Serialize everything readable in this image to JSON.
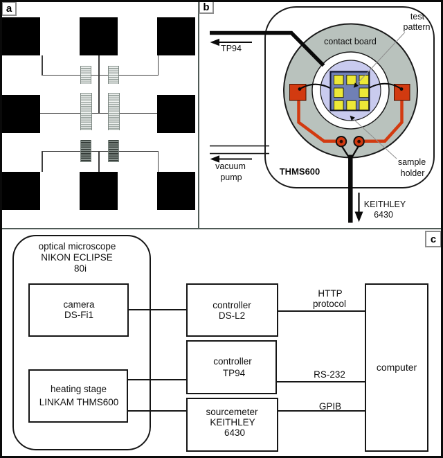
{
  "panel_labels": {
    "a": "a",
    "b": "b",
    "c": "c"
  },
  "panel_b": {
    "tp94_label": "TP94",
    "vacuum_pump_line1": "vacuum",
    "vacuum_pump_line2": "pump",
    "stage_name": "THMS600",
    "contact_board_label": "contact board",
    "test_pattern_line1": "test",
    "test_pattern_line2": "pattern",
    "sample_holder_line1": "sample",
    "sample_holder_line2": "holder",
    "keithley_line1": "KEITHLEY",
    "keithley_line2": "6430",
    "colors": {
      "ring_gray": "#b9c2bd",
      "holder_lavender": "#c9cbee",
      "chip_blue": "#7080b5",
      "pad_yellow": "#ece837",
      "wire_red": "#d23a10"
    }
  },
  "panel_c": {
    "microscope_line1": "optical microscope",
    "microscope_line2": "NIKON ECLIPSE",
    "microscope_line3": "80i",
    "camera_line1": "camera",
    "camera_line2": "DS-Fi1",
    "heating_line1": "heating stage",
    "heating_line2": "LINKAM THMS600",
    "controller1_line1": "controller",
    "controller1_line2": "DS-L2",
    "controller2_line1": "controller",
    "controller2_line2": "TP94",
    "sourcemeter_line1": "sourcemeter",
    "sourcemeter_line2": "KEITHLEY",
    "sourcemeter_line3": "6430",
    "computer_label": "computer",
    "link_http_line1": "HTTP",
    "link_http_line2": "protocol",
    "link_rs232": "RS-232",
    "link_gpib": "GPIB"
  }
}
